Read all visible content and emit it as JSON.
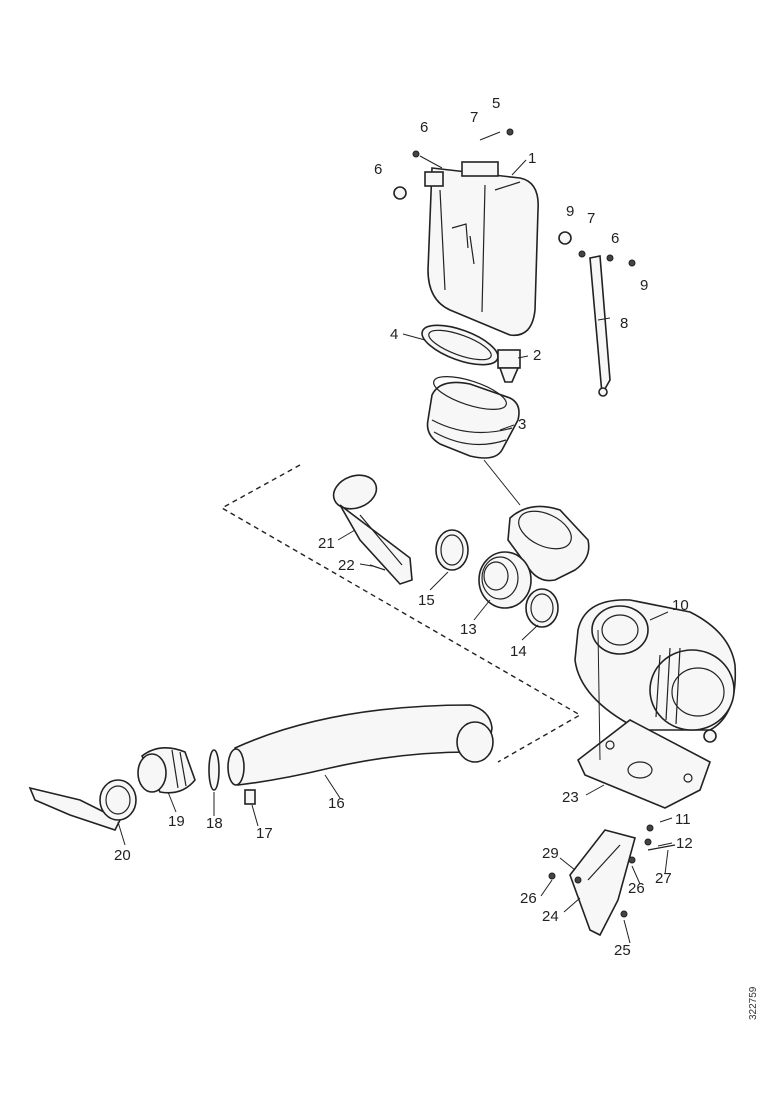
{
  "doc_id": "322759",
  "callouts": [
    {
      "id": "c1",
      "text": "1"
    },
    {
      "id": "c2",
      "text": "2"
    },
    {
      "id": "c3",
      "text": "3"
    },
    {
      "id": "c4",
      "text": "4"
    },
    {
      "id": "c5",
      "text": "5"
    },
    {
      "id": "c6a",
      "text": "6"
    },
    {
      "id": "c6b",
      "text": "6"
    },
    {
      "id": "c6c",
      "text": "6"
    },
    {
      "id": "c7a",
      "text": "7"
    },
    {
      "id": "c7b",
      "text": "7"
    },
    {
      "id": "c8",
      "text": "8"
    },
    {
      "id": "c9a",
      "text": "9"
    },
    {
      "id": "c9b",
      "text": "9"
    },
    {
      "id": "c10",
      "text": "10"
    },
    {
      "id": "c11",
      "text": "11"
    },
    {
      "id": "c12",
      "text": "12"
    },
    {
      "id": "c13",
      "text": "13"
    },
    {
      "id": "c14",
      "text": "14"
    },
    {
      "id": "c15",
      "text": "15"
    },
    {
      "id": "c16",
      "text": "16"
    },
    {
      "id": "c17",
      "text": "17"
    },
    {
      "id": "c18",
      "text": "18"
    },
    {
      "id": "c19",
      "text": "19"
    },
    {
      "id": "c20",
      "text": "20"
    },
    {
      "id": "c21",
      "text": "21"
    },
    {
      "id": "c22",
      "text": "22"
    },
    {
      "id": "c23",
      "text": "23"
    },
    {
      "id": "c24",
      "text": "24"
    },
    {
      "id": "c25",
      "text": "25"
    },
    {
      "id": "c26a",
      "text": "26"
    },
    {
      "id": "c26b",
      "text": "26"
    },
    {
      "id": "c27",
      "text": "27"
    },
    {
      "id": "c29",
      "text": "29"
    }
  ]
}
